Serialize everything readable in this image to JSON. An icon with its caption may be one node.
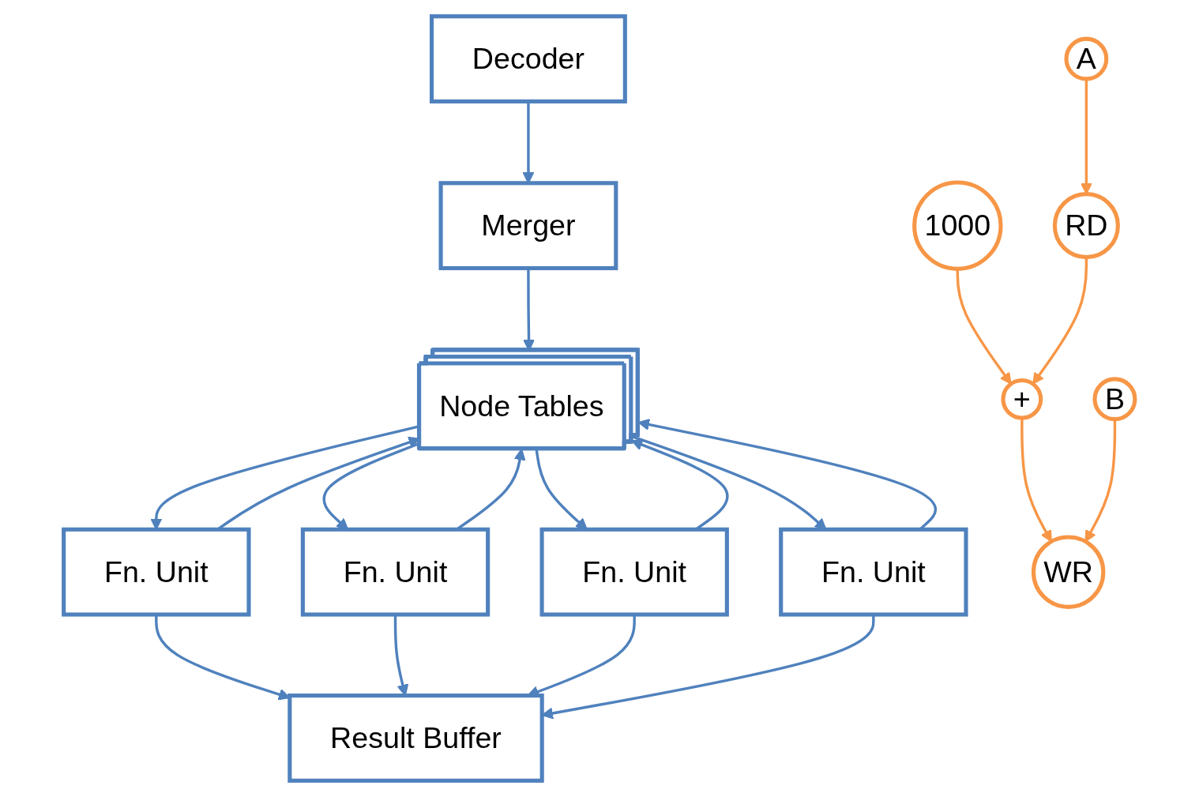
{
  "diagram": {
    "nodes": [
      {
        "text": [
          "Decoder"
        ]
      },
      {
        "text": [
          "Merger"
        ]
      },
      {
        "text": [
          "Node Tables"
        ]
      },
      {
        "text": [
          "Result Buffer"
        ]
      },
      {
        "text": [
          "Fn. Unit"
        ]
      },
      {
        "text": [
          "Fn. Unit"
        ]
      },
      {
        "text": [
          "Fn. Unit"
        ]
      },
      {
        "text": [
          "Fn. Unit"
        ]
      },
      {
        "text": [
          "1000"
        ]
      },
      {
        "text": [
          "A"
        ]
      },
      {
        "text": [
          "B"
        ]
      },
      {
        "text": [
          "RD"
        ]
      },
      {
        "text": [
          "+"
        ]
      },
      {
        "text": [
          "WR"
        ]
      }
    ],
    "edges": [
      {
        "from": 0,
        "to": 1,
        "arrow": "to"
      },
      {
        "from": 1,
        "to": 2,
        "arrow": "to"
      },
      {
        "from": 2,
        "to": 4,
        "arrow": "to"
      },
      {
        "from": 2,
        "to": 5,
        "arrow": "to"
      },
      {
        "from": 2,
        "to": 6,
        "arrow": "to"
      },
      {
        "from": 2,
        "to": 7,
        "arrow": "to"
      },
      {
        "from": 4,
        "to": 3,
        "arrow": "to"
      },
      {
        "from": 5,
        "to": 3,
        "arrow": "to"
      },
      {
        "from": 6,
        "to": 3,
        "arrow": "to"
      },
      {
        "from": 7,
        "to": 3,
        "arrow": "to"
      },
      {
        "from": 4,
        "to": 2,
        "arrow": "to"
      },
      {
        "from": 5,
        "to": 2,
        "arrow": "to"
      },
      {
        "from": 6,
        "to": 2,
        "arrow": "to"
      },
      {
        "from": 7,
        "to": 2,
        "arrow": "to"
      },
      {
        "from": 8,
        "to": 12,
        "arrow": "to",
        "color": "#f79646"
      },
      {
        "from": 9,
        "to": 11,
        "arrow": "to",
        "color": "#f79646"
      },
      {
        "from": 11,
        "to": 12,
        "arrow": "to",
        "color": "#f79646"
      },
      {
        "from": 12,
        "to": 13,
        "arrow": "to",
        "color": "#f79646"
      },
      {
        "from": 10,
        "to": 13,
        "arrow": "to",
        "color": "#f79646"
      }
    ]
  }
}
